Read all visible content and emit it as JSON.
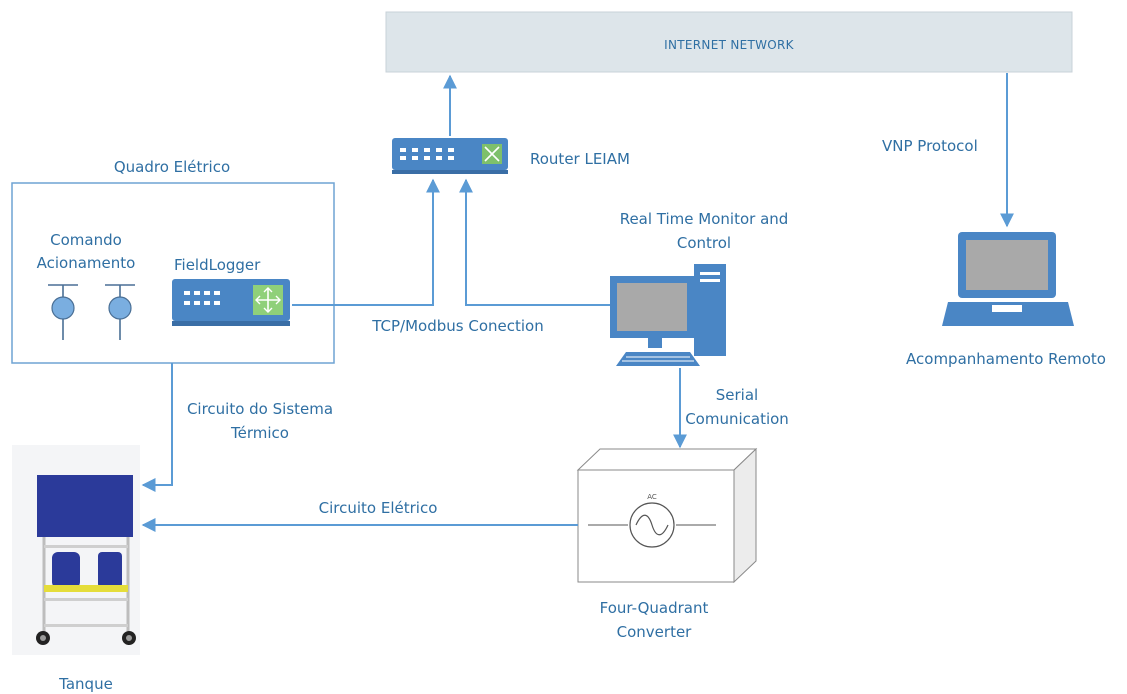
{
  "labels": {
    "internet": "INTERNET NETWORK",
    "router": "Router LEIAM",
    "quadro": "Quadro Elétrico",
    "comando_line1": "Comando",
    "comando_line2": "Acionamento",
    "fieldlogger": "FieldLogger",
    "tcp": "TCP/Modbus Conection",
    "rtm_line1": "Real Time Monitor and",
    "rtm_line2": "Control",
    "vnp": "VNP Protocol",
    "remote": "Acompanhamento Remoto",
    "serial_line1": "Serial",
    "serial_line2": "Comunication",
    "circ_term_line1": "Circuito do Sistema",
    "circ_term_line2": "Térmico",
    "circ_elec": "Circuito Elétrico",
    "converter_line1": "Four-Quadrant",
    "converter_line2": "Converter",
    "ac": "AC",
    "tank": "Tanque"
  },
  "colors": {
    "line": "#5b9bd5",
    "text": "#2f6fa3",
    "device_blue": "#4a86c5",
    "tank_navy": "#2b3a9a",
    "internet_fill": "#dde5ea"
  }
}
